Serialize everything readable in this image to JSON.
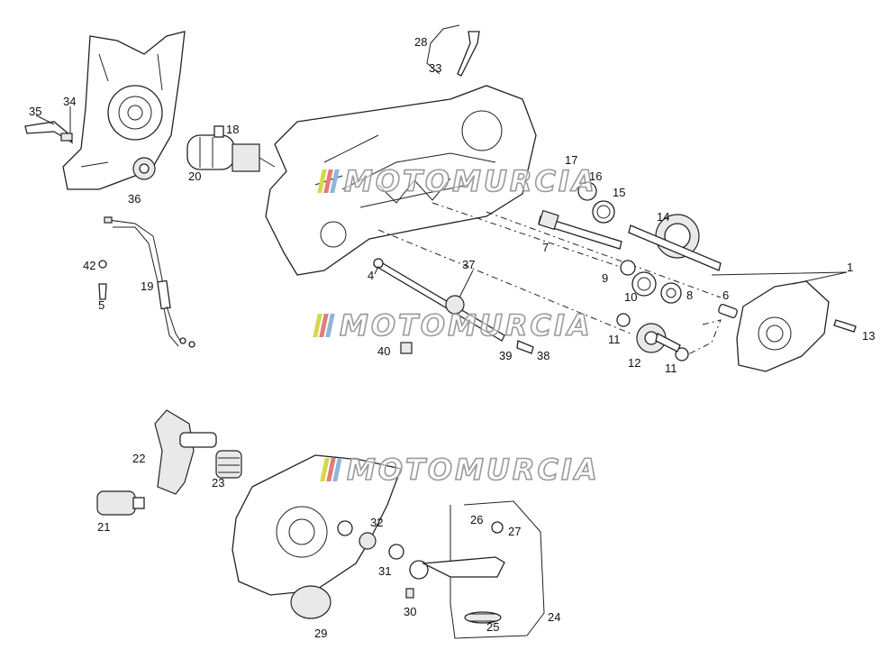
{
  "diagram": {
    "watermark_text": "MOTOMURCIA",
    "watermark_colors": [
      "#d7d74a",
      "#e07d7d",
      "#8fb6d6"
    ],
    "part_labels": [
      "1",
      "4",
      "5",
      "6",
      "7",
      "8",
      "9",
      "10",
      "11",
      "11",
      "12",
      "13",
      "14",
      "15",
      "16",
      "17",
      "18",
      "19",
      "20",
      "21",
      "22",
      "23",
      "24",
      "25",
      "26",
      "27",
      "28",
      "29",
      "30",
      "31",
      "32",
      "33",
      "34",
      "35",
      "36",
      "37",
      "38",
      "39",
      "40",
      "42"
    ]
  }
}
